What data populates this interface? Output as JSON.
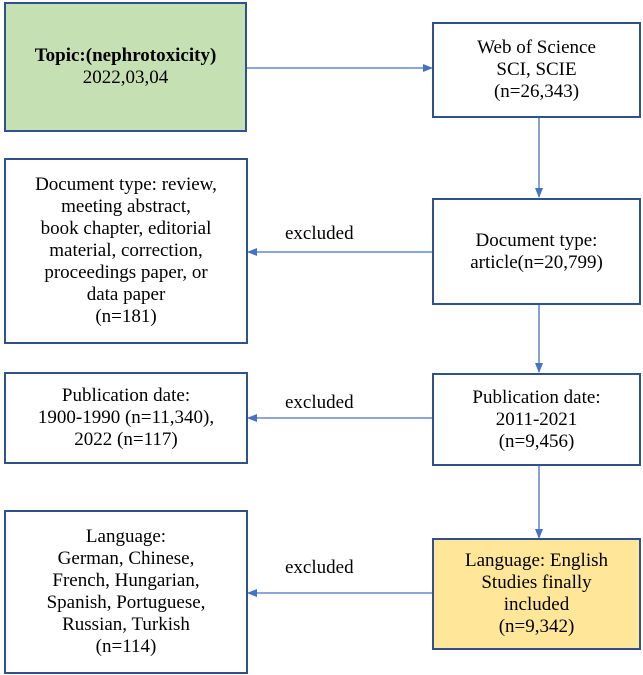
{
  "colors": {
    "border": "#2f528f",
    "arrow": "#4472c4",
    "topic_fill": "#c5e0b3",
    "final_fill": "#ffe699"
  },
  "nodes": {
    "topic": {
      "lines": [
        "Topic:(nephrotoxicity)",
        "2022,03,04"
      ]
    },
    "wos": {
      "lines": [
        "Web of Science",
        "SCI, SCIE",
        "(n=26,343)"
      ]
    },
    "doctype_excluded": {
      "lines": [
        "Document type:  review,",
        "meeting abstract,",
        "book chapter, editorial",
        "material, correction,",
        "proceedings paper, or",
        "data paper",
        "(n=181)"
      ]
    },
    "doctype_included": {
      "lines": [
        "Document type:",
        "article(n=20,799)"
      ]
    },
    "pubdate_excluded": {
      "lines": [
        "Publication date:",
        "1900-1990 (n=11,340),",
        "2022 (n=117)"
      ]
    },
    "pubdate_included": {
      "lines": [
        "Publication date:",
        "2011-2021",
        "(n=9,456)"
      ]
    },
    "language_excluded": {
      "lines": [
        "Language:",
        "German, Chinese,",
        "French, Hungarian,",
        "Spanish, Portuguese,",
        "Russian, Turkish",
        "(n=114)"
      ]
    },
    "language_included": {
      "lines": [
        "Language: English",
        "Studies finally",
        "included",
        "(n=9,342)"
      ]
    }
  },
  "edge_labels": {
    "doctype": "excluded",
    "pubdate": "excluded",
    "language": "excluded"
  }
}
